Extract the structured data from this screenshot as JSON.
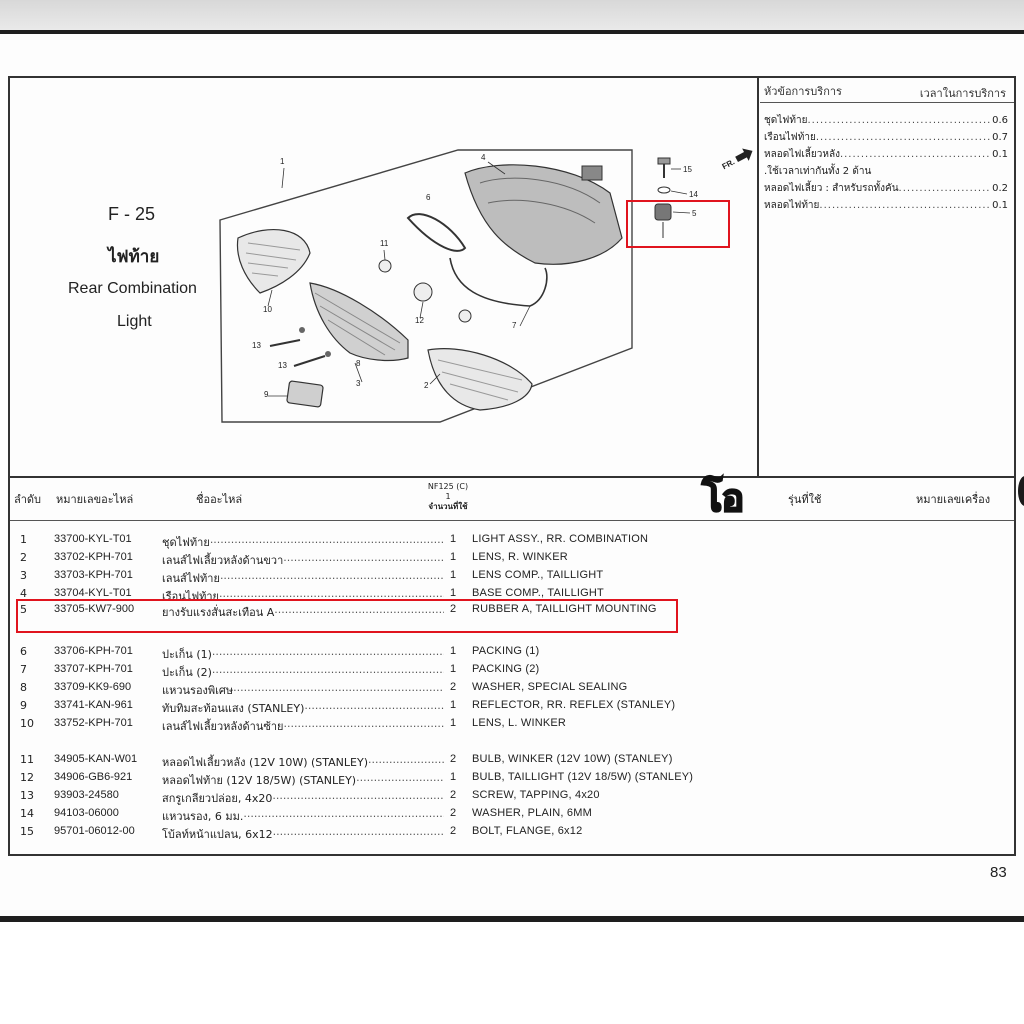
{
  "figure": {
    "code": "F - 25",
    "title_th": "ไฟท้าย",
    "title_en_line1": "Rear Combination",
    "title_en_line2": "Light",
    "front_label": "FR.",
    "callouts": [
      "1",
      "2",
      "3",
      "4",
      "5",
      "6",
      "7",
      "8",
      "9",
      "10",
      "11",
      "12",
      "13",
      "13",
      "14",
      "15"
    ]
  },
  "service": {
    "header_left": "หัวข้อการบริการ",
    "header_right": "เวลาในการบริการ",
    "items": [
      {
        "name": "ชุดไฟท้าย",
        "time": "0.6"
      },
      {
        "name": "เรือนไฟท้าย",
        "time": "0.7"
      },
      {
        "name": "หลอดไฟเลี้ยวหลัง",
        "time": "0.1"
      },
      {
        "name": ".ใช้เวลาเท่ากันทั้ง 2 ด้าน",
        "time": ""
      },
      {
        "name": "หลอดไฟเลี้ยว : สำหรับรถทั้งคัน",
        "time": "0.2"
      },
      {
        "name": "หลอดไฟท้าย",
        "time": "0.1"
      }
    ]
  },
  "table": {
    "headers": {
      "no": "ลำดับ",
      "part_no": "หมายเลขอะไหล่",
      "name": "ชื่ออะไหล่",
      "model": "NF125 (C)",
      "model_qty": "1",
      "qty_label": "จำนวนที่ใช้",
      "model_used": "รุ่นที่ใช้",
      "engine_no": "หมายเลขเครื่อง"
    },
    "rows": [
      {
        "no": "1",
        "part": "33700-KYL-T01",
        "th": "ชุดไฟท้าย",
        "qty": "1",
        "en": "LIGHT ASSY., RR. COMBINATION"
      },
      {
        "no": "2",
        "part": "33702-KPH-701",
        "th": "เลนส์ไฟเลี้ยวหลังด้านขวา",
        "qty": "1",
        "en": "LENS, R. WINKER"
      },
      {
        "no": "3",
        "part": "33703-KPH-701",
        "th": "เลนส์ไฟท้าย",
        "qty": "1",
        "en": "LENS COMP., TAILLIGHT"
      },
      {
        "no": "4",
        "part": "33704-KYL-T01",
        "th": "เรือนไฟท้าย",
        "qty": "1",
        "en": "BASE COMP., TAILLIGHT"
      },
      {
        "no": "5",
        "part": "33705-KW7-900",
        "th": "ยางรับแรงสั่นสะเทือน A",
        "qty": "2",
        "en": "RUBBER A, TAILLIGHT MOUNTING"
      },
      {
        "no": "6",
        "part": "33706-KPH-701",
        "th": "ปะเก็น (1)",
        "qty": "1",
        "en": "PACKING (1)"
      },
      {
        "no": "7",
        "part": "33707-KPH-701",
        "th": "ปะเก็น (2)",
        "qty": "1",
        "en": "PACKING (2)"
      },
      {
        "no": "8",
        "part": "33709-KK9-690",
        "th": "แหวนรองพิเศษ",
        "qty": "2",
        "en": "WASHER, SPECIAL SEALING"
      },
      {
        "no": "9",
        "part": "33741-KAN-961",
        "th": "ทับทิมสะท้อนแสง (STANLEY)",
        "qty": "1",
        "en": "REFLECTOR, RR. REFLEX (STANLEY)"
      },
      {
        "no": "10",
        "part": "33752-KPH-701",
        "th": "เลนส์ไฟเลี้ยวหลังด้านซ้าย",
        "qty": "1",
        "en": "LENS, L. WINKER"
      },
      {
        "no": "11",
        "part": "34905-KAN-W01",
        "th": "หลอดไฟเลี้ยวหลัง (12V 10W) (STANLEY)",
        "qty": "2",
        "en": "BULB, WINKER (12V 10W) (STANLEY)"
      },
      {
        "no": "12",
        "part": "34906-GB6-921",
        "th": "หลอดไฟท้าย (12V 18/5W) (STANLEY)",
        "qty": "1",
        "en": "BULB, TAILLIGHT (12V 18/5W) (STANLEY)"
      },
      {
        "no": "13",
        "part": "93903-24580",
        "th": "สกรูเกลียวปล่อย, 4x20",
        "qty": "2",
        "en": "SCREW, TAPPING, 4x20"
      },
      {
        "no": "14",
        "part": "94103-06000",
        "th": "แหวนรอง, 6 มม.",
        "qty": "2",
        "en": "WASHER, PLAIN, 6MM"
      },
      {
        "no": "15",
        "part": "95701-06012-00",
        "th": "โบ้ลท์หน้าแปลน, 6x12",
        "qty": "2",
        "en": "BOLT, FLANGE, 6x12"
      }
    ]
  },
  "annotation": {
    "tag": "โอ",
    "highlight_color": "#e0141e",
    "tag_color": "#ffe23a"
  },
  "page_number": "83"
}
